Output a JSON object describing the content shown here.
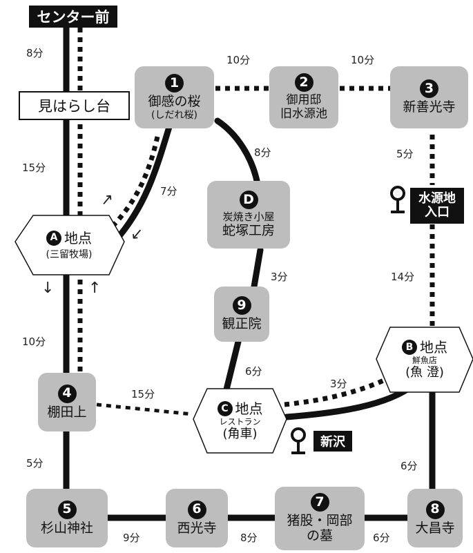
{
  "header": {
    "top_label": "センター前"
  },
  "labels": {
    "miharashi": "見はらし台",
    "suigenchi_line1": "水源地",
    "suigenchi_line2": "入口",
    "shinzawa": "新沢"
  },
  "nodes": {
    "n1": {
      "num": "1",
      "name": "御感の桜",
      "sub": "(しだれ桜)"
    },
    "n2": {
      "num": "2",
      "name1": "御用邸",
      "name2": "旧水源池"
    },
    "n3": {
      "num": "3",
      "name": "新善光寺"
    },
    "n4": {
      "num": "4",
      "name": "棚田上"
    },
    "n5": {
      "num": "5",
      "name": "杉山神社"
    },
    "n6": {
      "num": "6",
      "name": "西光寺"
    },
    "n7": {
      "num": "7",
      "name1": "猪股・岡部",
      "name2": "の墓"
    },
    "n8": {
      "num": "8",
      "name": "大昌寺"
    },
    "n9": {
      "num": "9",
      "name": "観正院"
    },
    "nD": {
      "letter": "D",
      "sub": "炭焼き小屋",
      "name": "蛇塚工房"
    }
  },
  "points": {
    "A": {
      "letter": "A",
      "title": "地点",
      "sub": "(三留牧場)"
    },
    "B": {
      "letter": "B",
      "title": "地点",
      "sub": "鮮魚店",
      "name": "(魚 澄)"
    },
    "C": {
      "letter": "C",
      "title": "地点",
      "sub": "レストラン",
      "name": "(角車)"
    }
  },
  "times": {
    "t_top_8": "8分",
    "t_1_2": "10分",
    "t_2_3": "10分",
    "t_left_15": "15分",
    "t_1_A": "7分",
    "t_1_D": "8分",
    "t_3_stop": "5分",
    "t_D_9": "3分",
    "t_stop_B": "14分",
    "t_left_10": "10分",
    "t_9_C": "6分",
    "t_4_C": "15分",
    "t_C_B": "3分",
    "t_4_5": "5分",
    "t_B_8": "6分",
    "t_5_6": "9分",
    "t_6_7": "8分",
    "t_7_8": "6分"
  },
  "icons": {
    "bus_stop_1": "bus-stop-icon",
    "bus_stop_2": "bus-stop-icon",
    "arrows": [
      "up-arrow-icon",
      "down-arrow-icon"
    ]
  },
  "colors": {
    "road": "#111111",
    "node_fill": "#bdbdbd",
    "hex_fill": "#ffffff"
  }
}
